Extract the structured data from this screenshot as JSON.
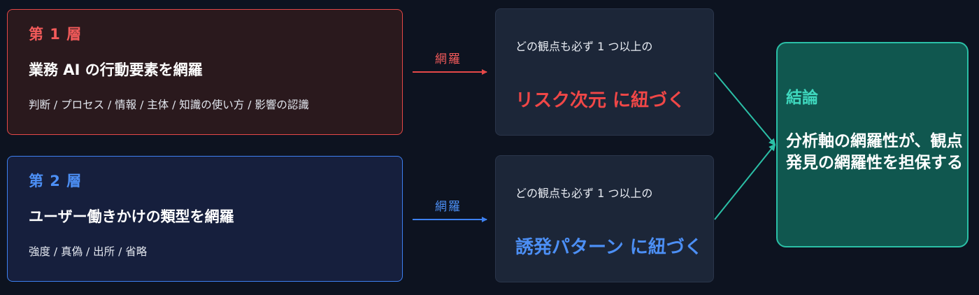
{
  "layers": [
    {
      "title": "第 1 層",
      "heading": "業務 AI の行動要素を網羅",
      "sub": "判断 / プロセス / 情報 / 主体 / 知識の使い方 / 影響の認識",
      "arrow_label": "網羅",
      "color": "#e54848"
    },
    {
      "title": "第 2 層",
      "heading": "ユーザー働きかけの類型を網羅",
      "sub": "強度 / 真偽 / 出所 / 省略",
      "arrow_label": "網羅",
      "color": "#3d80f0"
    }
  ],
  "mid": [
    {
      "small": "どの観点も必ず 1 つ以上の",
      "big": "リスク次元 に紐づく"
    },
    {
      "small": "どの観点も必ず 1 つ以上の",
      "big": "誘発パターン に紐づく"
    }
  ],
  "conclusion": {
    "label": "結論",
    "text": "分析軸の網羅性が、観点発見の網羅性を担保する",
    "color": "#2bbfa6"
  }
}
